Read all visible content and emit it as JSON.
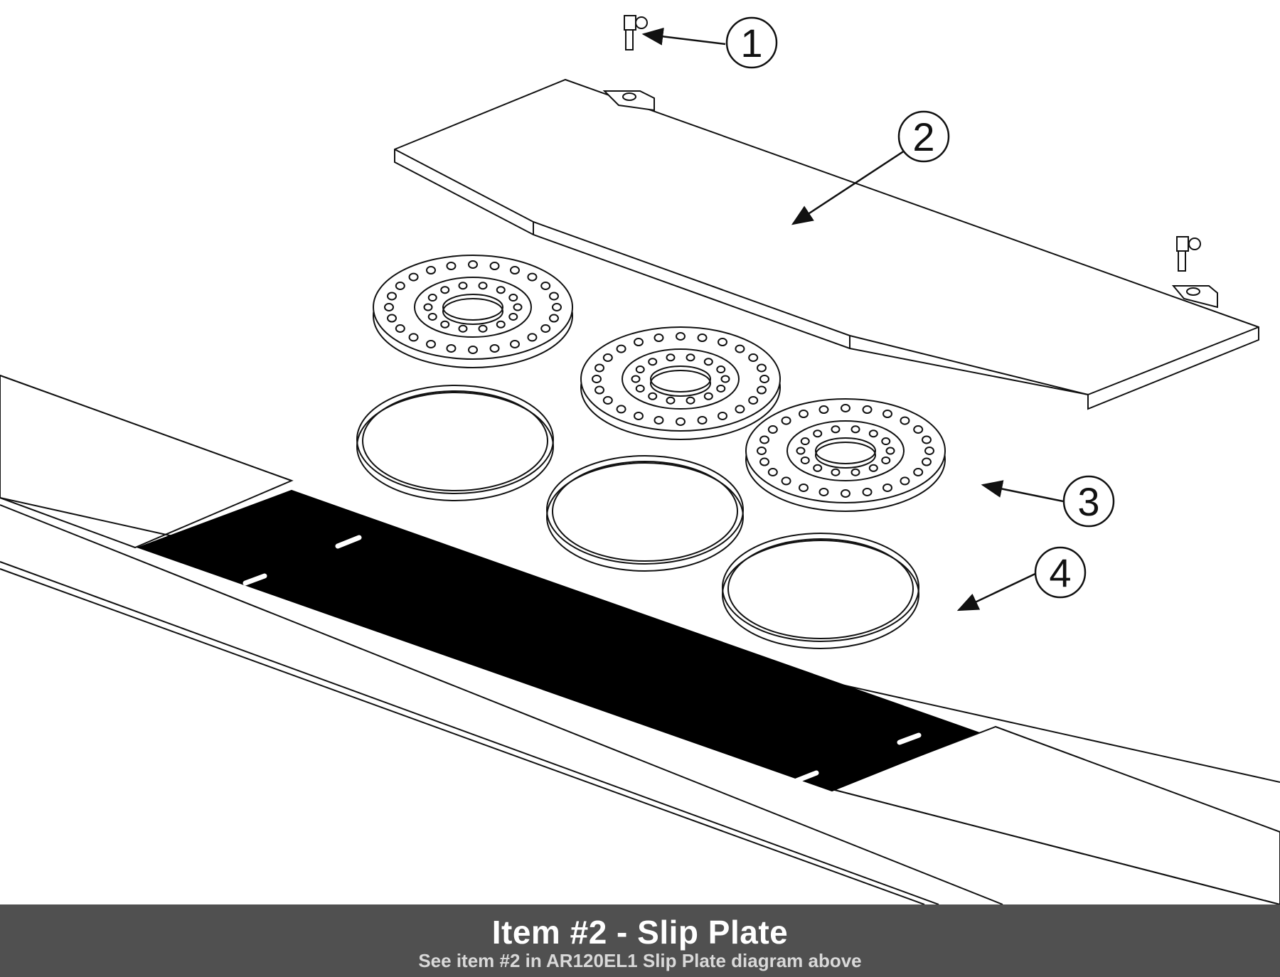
{
  "diagram": {
    "callouts": [
      {
        "number": "1"
      },
      {
        "number": "2"
      },
      {
        "number": "3"
      },
      {
        "number": "4"
      }
    ]
  },
  "caption": {
    "title": "Item #2 - Slip Plate",
    "subtitle": "See item #2 in AR120EL1 Slip Plate diagram above"
  },
  "colors": {
    "background": "#ffffff",
    "line": "#111111",
    "caption_bar": "#505050",
    "caption_text": "#ffffff",
    "caption_subtext": "#d9d9d9"
  }
}
